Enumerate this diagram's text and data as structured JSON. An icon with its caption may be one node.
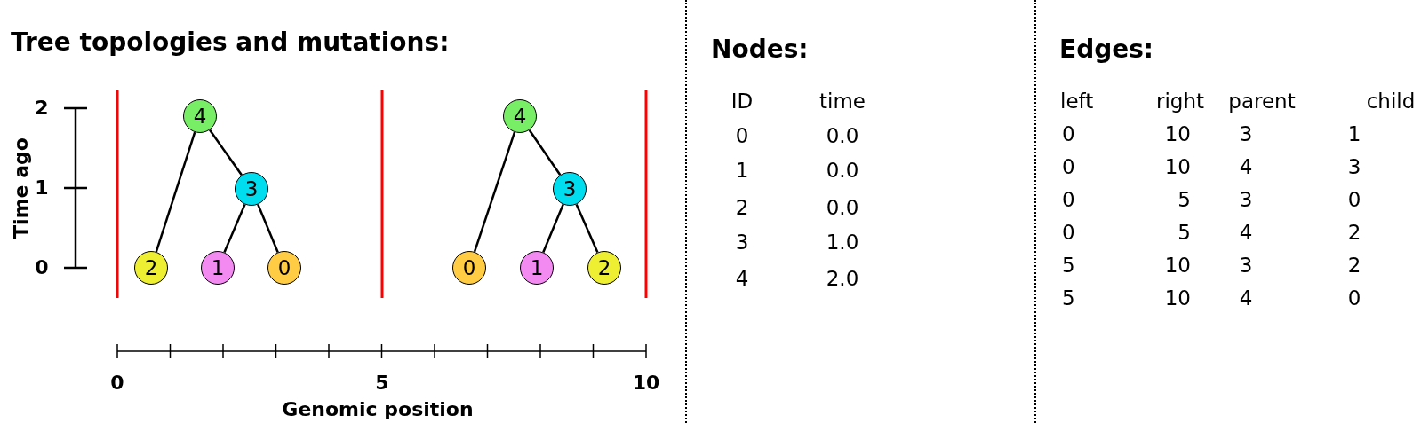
{
  "diagram": {
    "nodes": [
      {
        "text": [
          "4"
        ]
      },
      {
        "text": [
          "3"
        ]
      },
      {
        "text": [
          "2"
        ]
      },
      {
        "text": [
          "1"
        ]
      },
      {
        "text": [
          "0"
        ]
      },
      {
        "text": [
          "4"
        ]
      },
      {
        "text": [
          "3"
        ]
      },
      {
        "text": [
          "0"
        ]
      },
      {
        "text": [
          "1"
        ]
      },
      {
        "text": [
          "2"
        ]
      }
    ],
    "edges": [
      {
        "from": 0,
        "to": 2,
        "arrow": "none"
      },
      {
        "from": 0,
        "to": 1,
        "arrow": "none"
      },
      {
        "from": 1,
        "to": 3,
        "arrow": "none"
      },
      {
        "from": 1,
        "to": 4,
        "arrow": "none"
      },
      {
        "from": 5,
        "to": 7,
        "arrow": "none"
      },
      {
        "from": 5,
        "to": 6,
        "arrow": "none"
      },
      {
        "from": 6,
        "to": 8,
        "arrow": "none"
      },
      {
        "from": 6,
        "to": 9,
        "arrow": "none"
      }
    ],
    "labels": [
      "Tree topologies and mutations:",
      "2",
      "1",
      "0",
      "Time ago",
      "0",
      "5",
      "10",
      "Genomic position",
      "Nodes:",
      "ID",
      "time",
      "0",
      "0.0",
      "1",
      "0.0",
      "2",
      "0.0",
      "3",
      "1.0",
      "4",
      "2.0",
      "Edges:",
      "left",
      "right",
      "parent",
      "child",
      "0",
      "10",
      "3",
      "1",
      "0",
      "10",
      "4",
      "3",
      "0",
      "5",
      "3",
      "0",
      "0",
      "5",
      "4",
      "2",
      "5",
      "10",
      "3",
      "2",
      "5",
      "10",
      "4",
      "0"
    ]
  }
}
